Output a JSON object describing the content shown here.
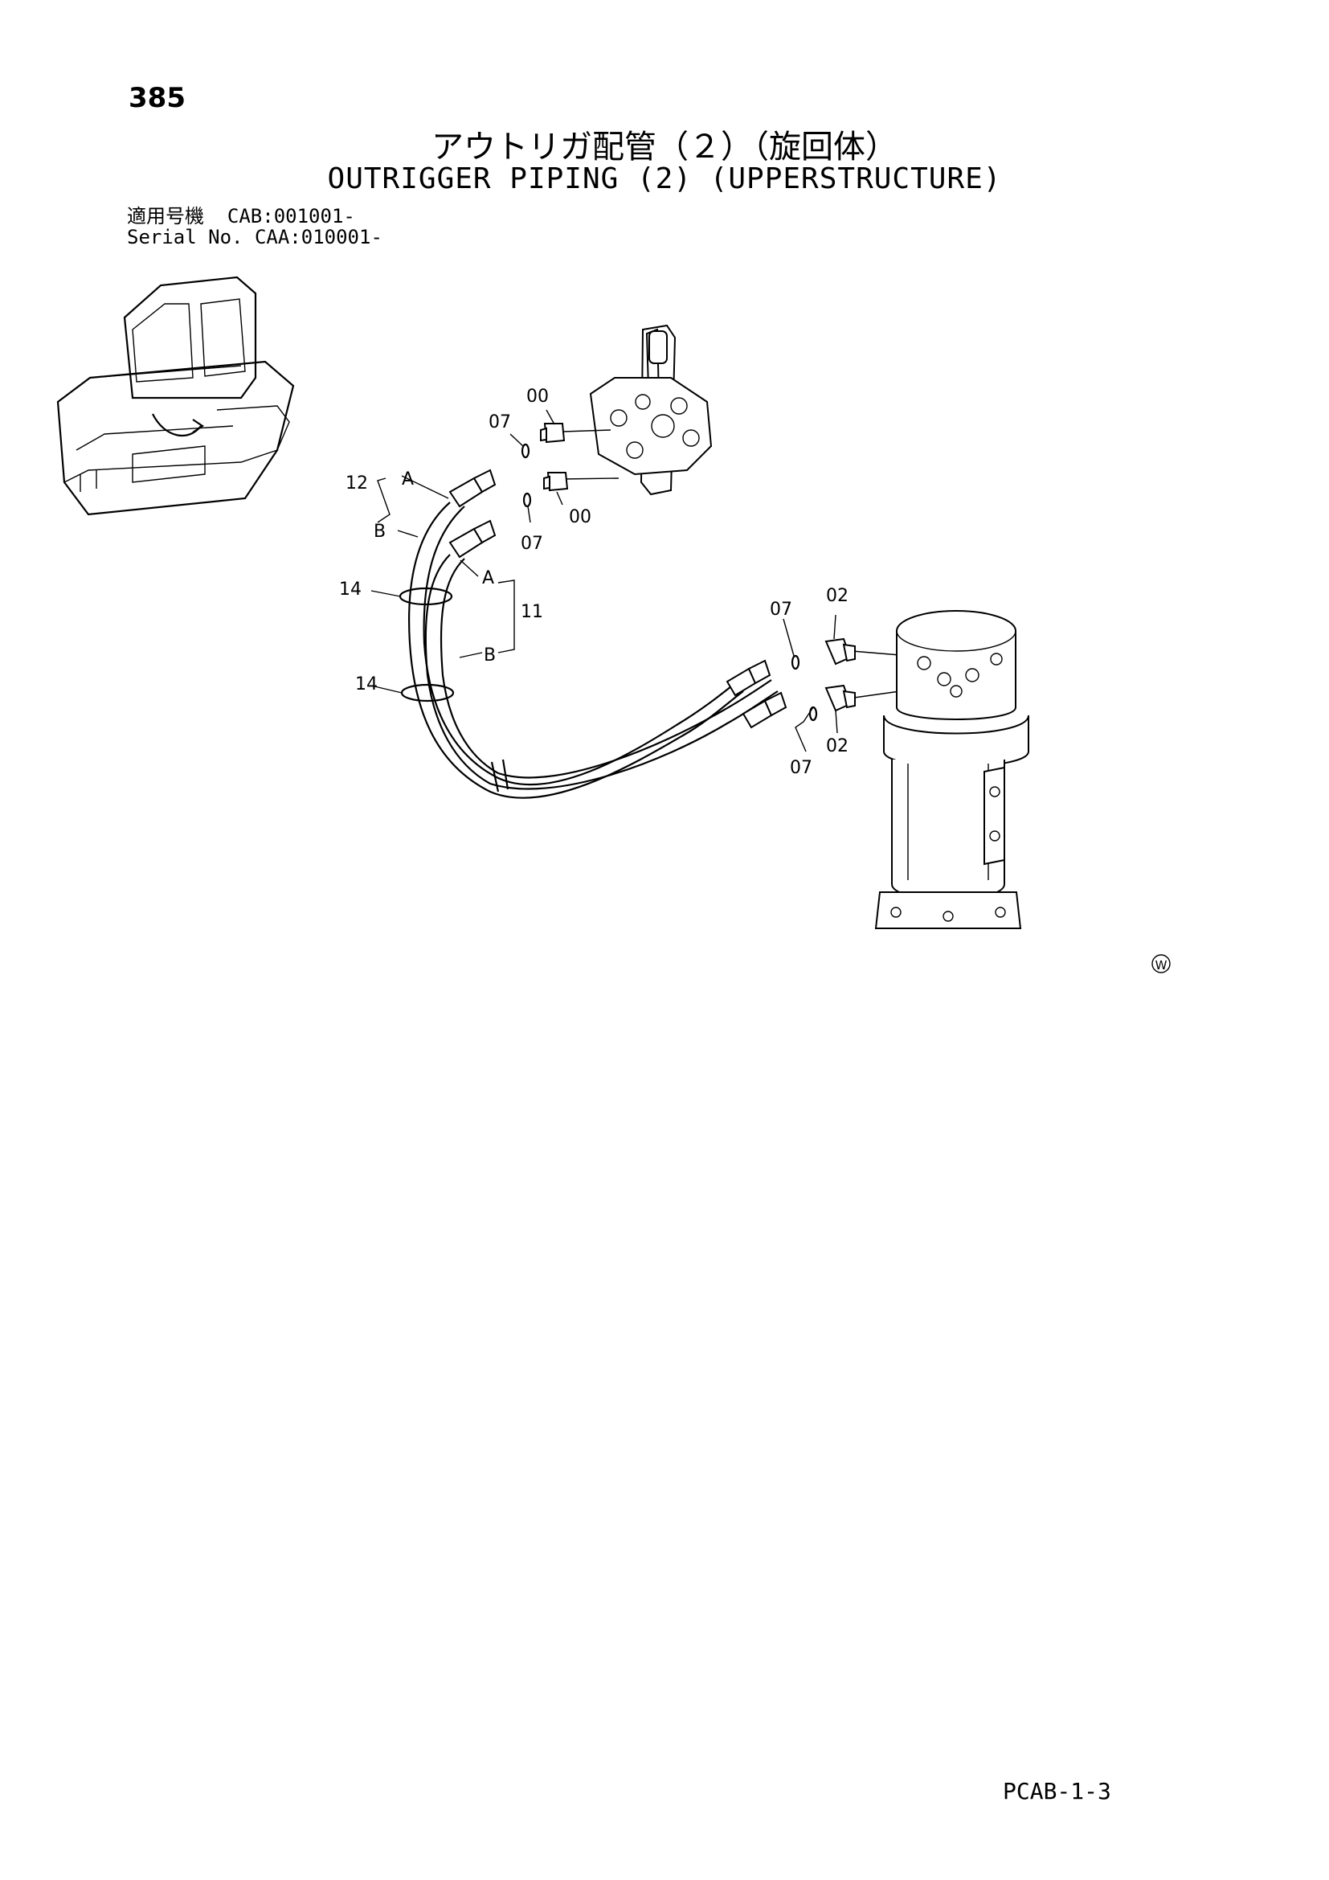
{
  "header": {
    "page_number": "385",
    "title_ja": "アウトリガ配管（２）（旋回体）",
    "title_en": "OUTRIGGER PIPING (2) (UPPERSTRUCTURE)",
    "serial": [
      {
        "label": "適用号機",
        "value": "CAB:001001-"
      },
      {
        "label": "Serial No.",
        "value": "CAA:010001-"
      }
    ]
  },
  "callouts": {
    "p00_top": "00",
    "p07_top": "07",
    "p00_mid": "00",
    "p07_mid": "07",
    "p12": "12",
    "p12_a": "A",
    "p12_b": "B",
    "p14_top": "14",
    "p11_a": "A",
    "p11": "11",
    "p11_b": "B",
    "p14_bottom": "14",
    "p07_right_top": "07",
    "p02_top": "02",
    "p02_bottom": "02",
    "p07_right_bottom": "07"
  },
  "mark": "W",
  "footer": {
    "doc_code": "PCAB-1-3"
  }
}
